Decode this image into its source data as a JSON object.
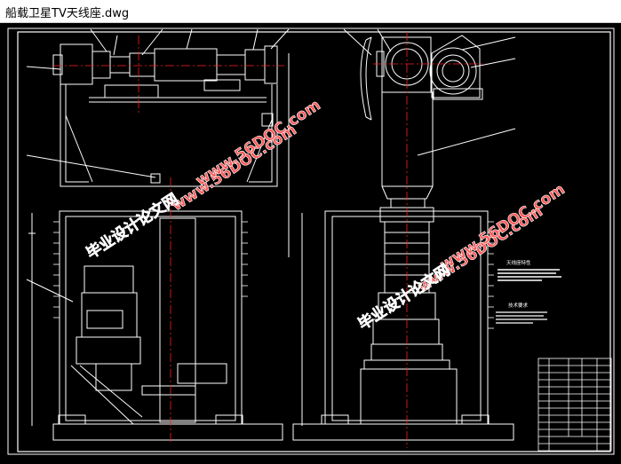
{
  "window": {
    "title": "船载卫星TV天线座.dwg"
  },
  "notes": {
    "heading1": "天线座特性",
    "heading2": "技术要求"
  },
  "watermarks": {
    "site1": "www.56DOC.com",
    "site2": "www.56DOC.com",
    "site3": "www.56DOC.com",
    "site4": "www.56DOC.com",
    "brand1": "毕业设计论文网",
    "brand2": "毕业设计论文网"
  },
  "colors": {
    "background": "#000000",
    "lines": "#ffffff",
    "centerline": "#ff2020",
    "watermark_fill": "#ff5a5a",
    "watermark_stroke": "#ffffff"
  }
}
